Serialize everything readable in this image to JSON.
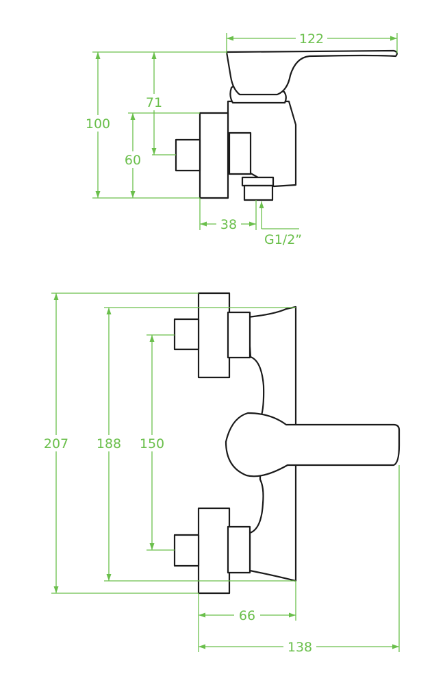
{
  "colors": {
    "dimension": "#6abf4b",
    "outline": "#1a1a1a",
    "background": "#ffffff"
  },
  "side_view": {
    "dims": {
      "overall_width": "122",
      "overall_height": "100",
      "lever_to_inlet": "71",
      "flange_height": "60",
      "inlet_depth": "38",
      "thread": "G1/2”"
    }
  },
  "front_view": {
    "dims": {
      "outer_height": "207",
      "body_height": "188",
      "inlet_spacing": "150",
      "body_depth": "66",
      "lever_reach": "138"
    }
  }
}
